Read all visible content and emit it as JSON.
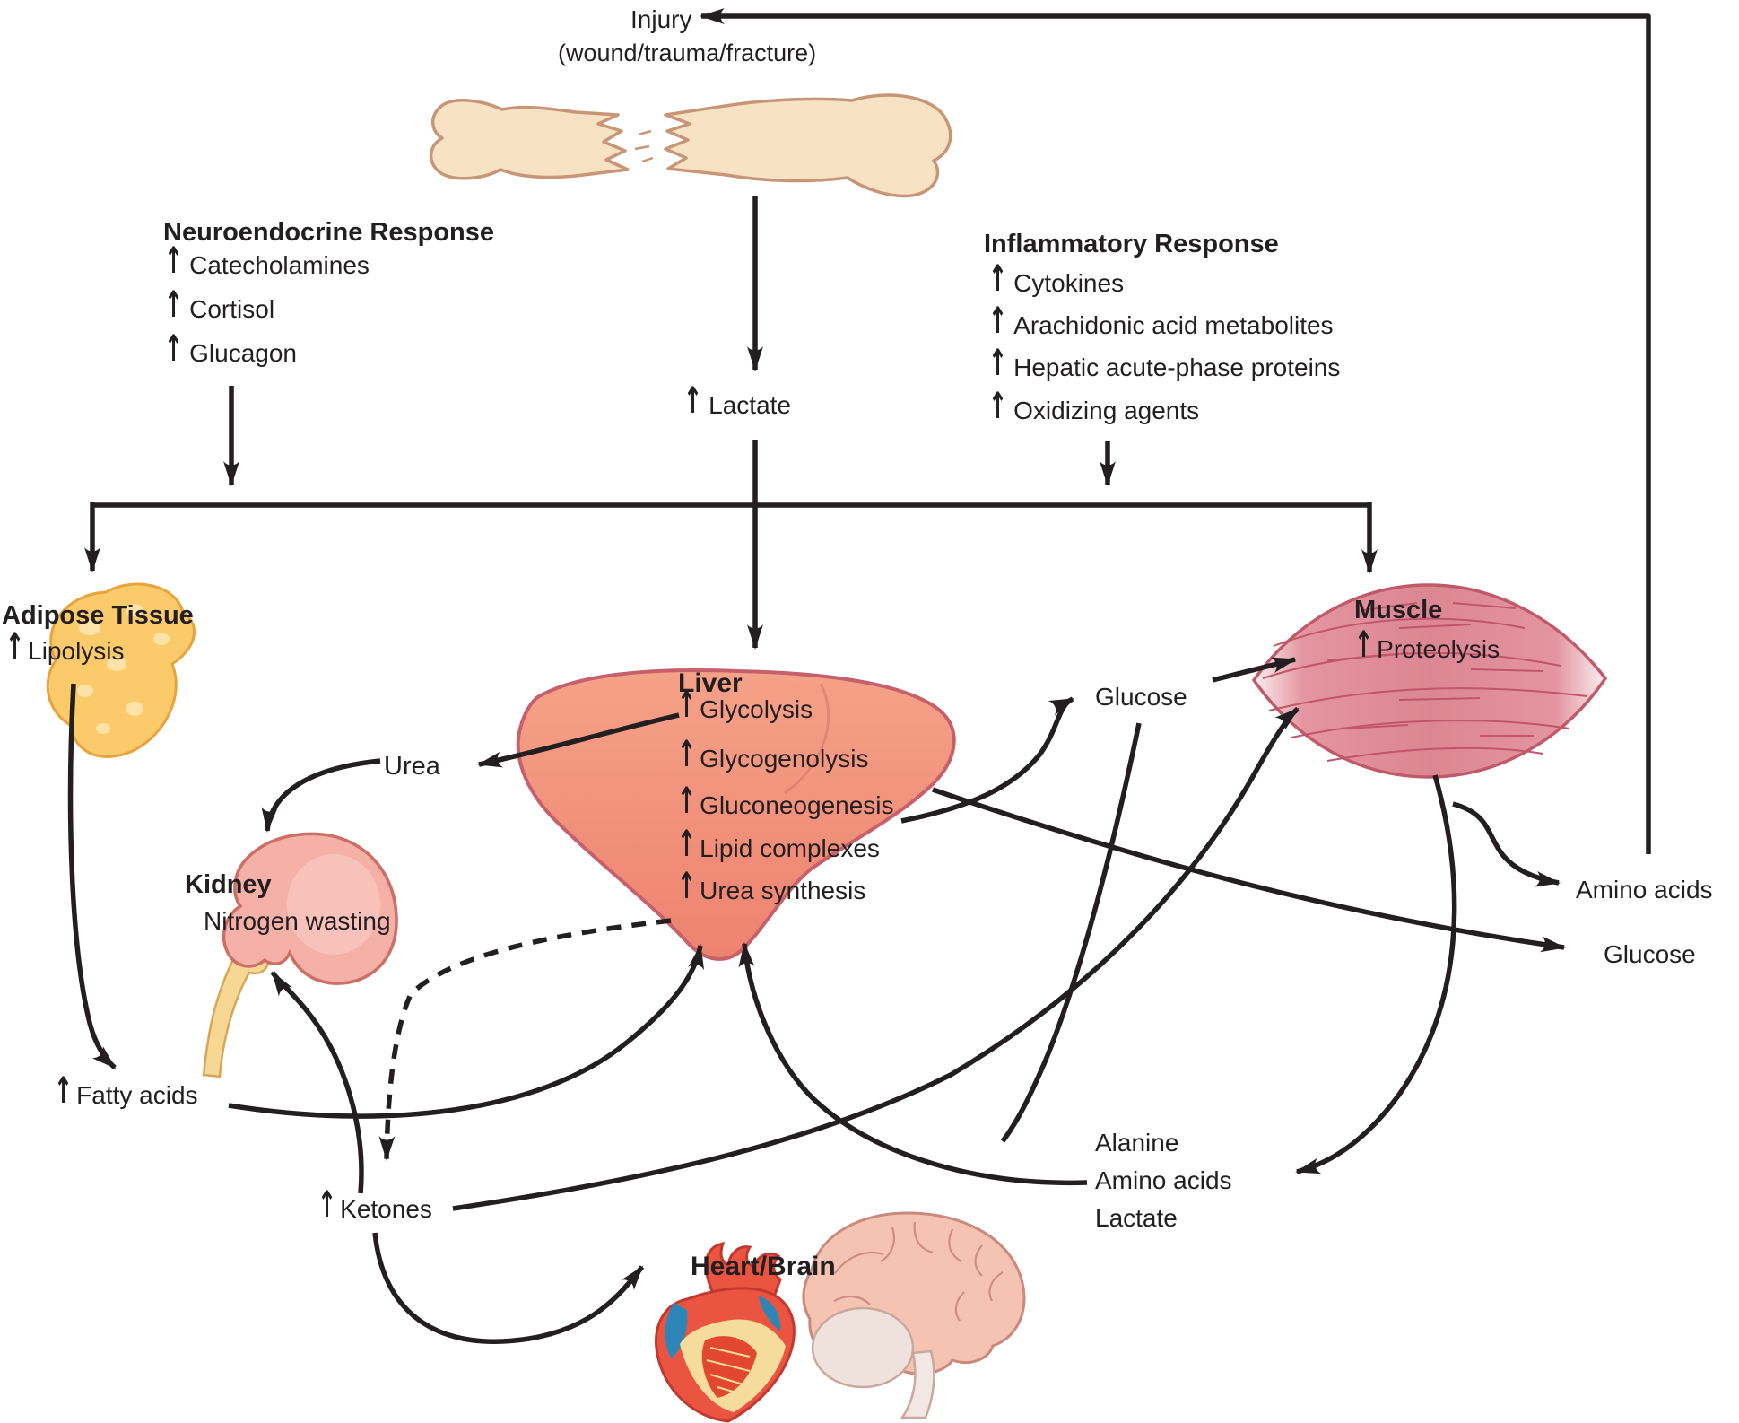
{
  "labels": {
    "injury": {
      "title": "Injury",
      "subtitle": "(wound/trauma/fracture)"
    },
    "neuroendocrine": {
      "title": "Neuroendocrine Response",
      "items": [
        "Catecholamines",
        "Cortisol",
        "Glucagon"
      ]
    },
    "inflammatory": {
      "title": "Inflammatory Response",
      "items": [
        "Cytokines",
        "Arachidonic acid metabolites",
        "Hepatic acute-phase proteins",
        "Oxidizing agents"
      ]
    },
    "lactate": "Lactate",
    "adipose": {
      "title": "Adipose Tissue",
      "item": "Lipolysis"
    },
    "liver": {
      "title": "Liver",
      "items": [
        "Glycolysis",
        "Glycogenolysis",
        "Gluconeogenesis",
        "Lipid complexes",
        "Urea synthesis"
      ]
    },
    "muscle": {
      "title": "Muscle",
      "item": "Proteolysis"
    },
    "kidney": {
      "title": "Kidney",
      "subtitle": "Nitrogen wasting"
    },
    "urea": "Urea",
    "glucose_center": "Glucose",
    "glucose_right": "Glucose",
    "amino_acids_right": "Amino acids",
    "fatty_acids": "Fatty acids",
    "ketones": "Ketones",
    "substrates": [
      "Alanine",
      "Amino acids",
      "Lactate"
    ],
    "heart_brain": "Heart/Brain"
  },
  "icons": {
    "up_arrow": "↑"
  },
  "colors": {
    "ink": "#231F20",
    "bone": "#F7E2C4",
    "adipose": "#FBCB6B",
    "liver": "#F29580",
    "muscle": "#E08A96",
    "kidney": "#F5B0A8",
    "ureter": "#F6D794",
    "heart_red": "#EA5440",
    "heart_blue": "#2E86B8",
    "heart_yellow": "#F6DC9C",
    "brain": "#F4C3B2"
  }
}
